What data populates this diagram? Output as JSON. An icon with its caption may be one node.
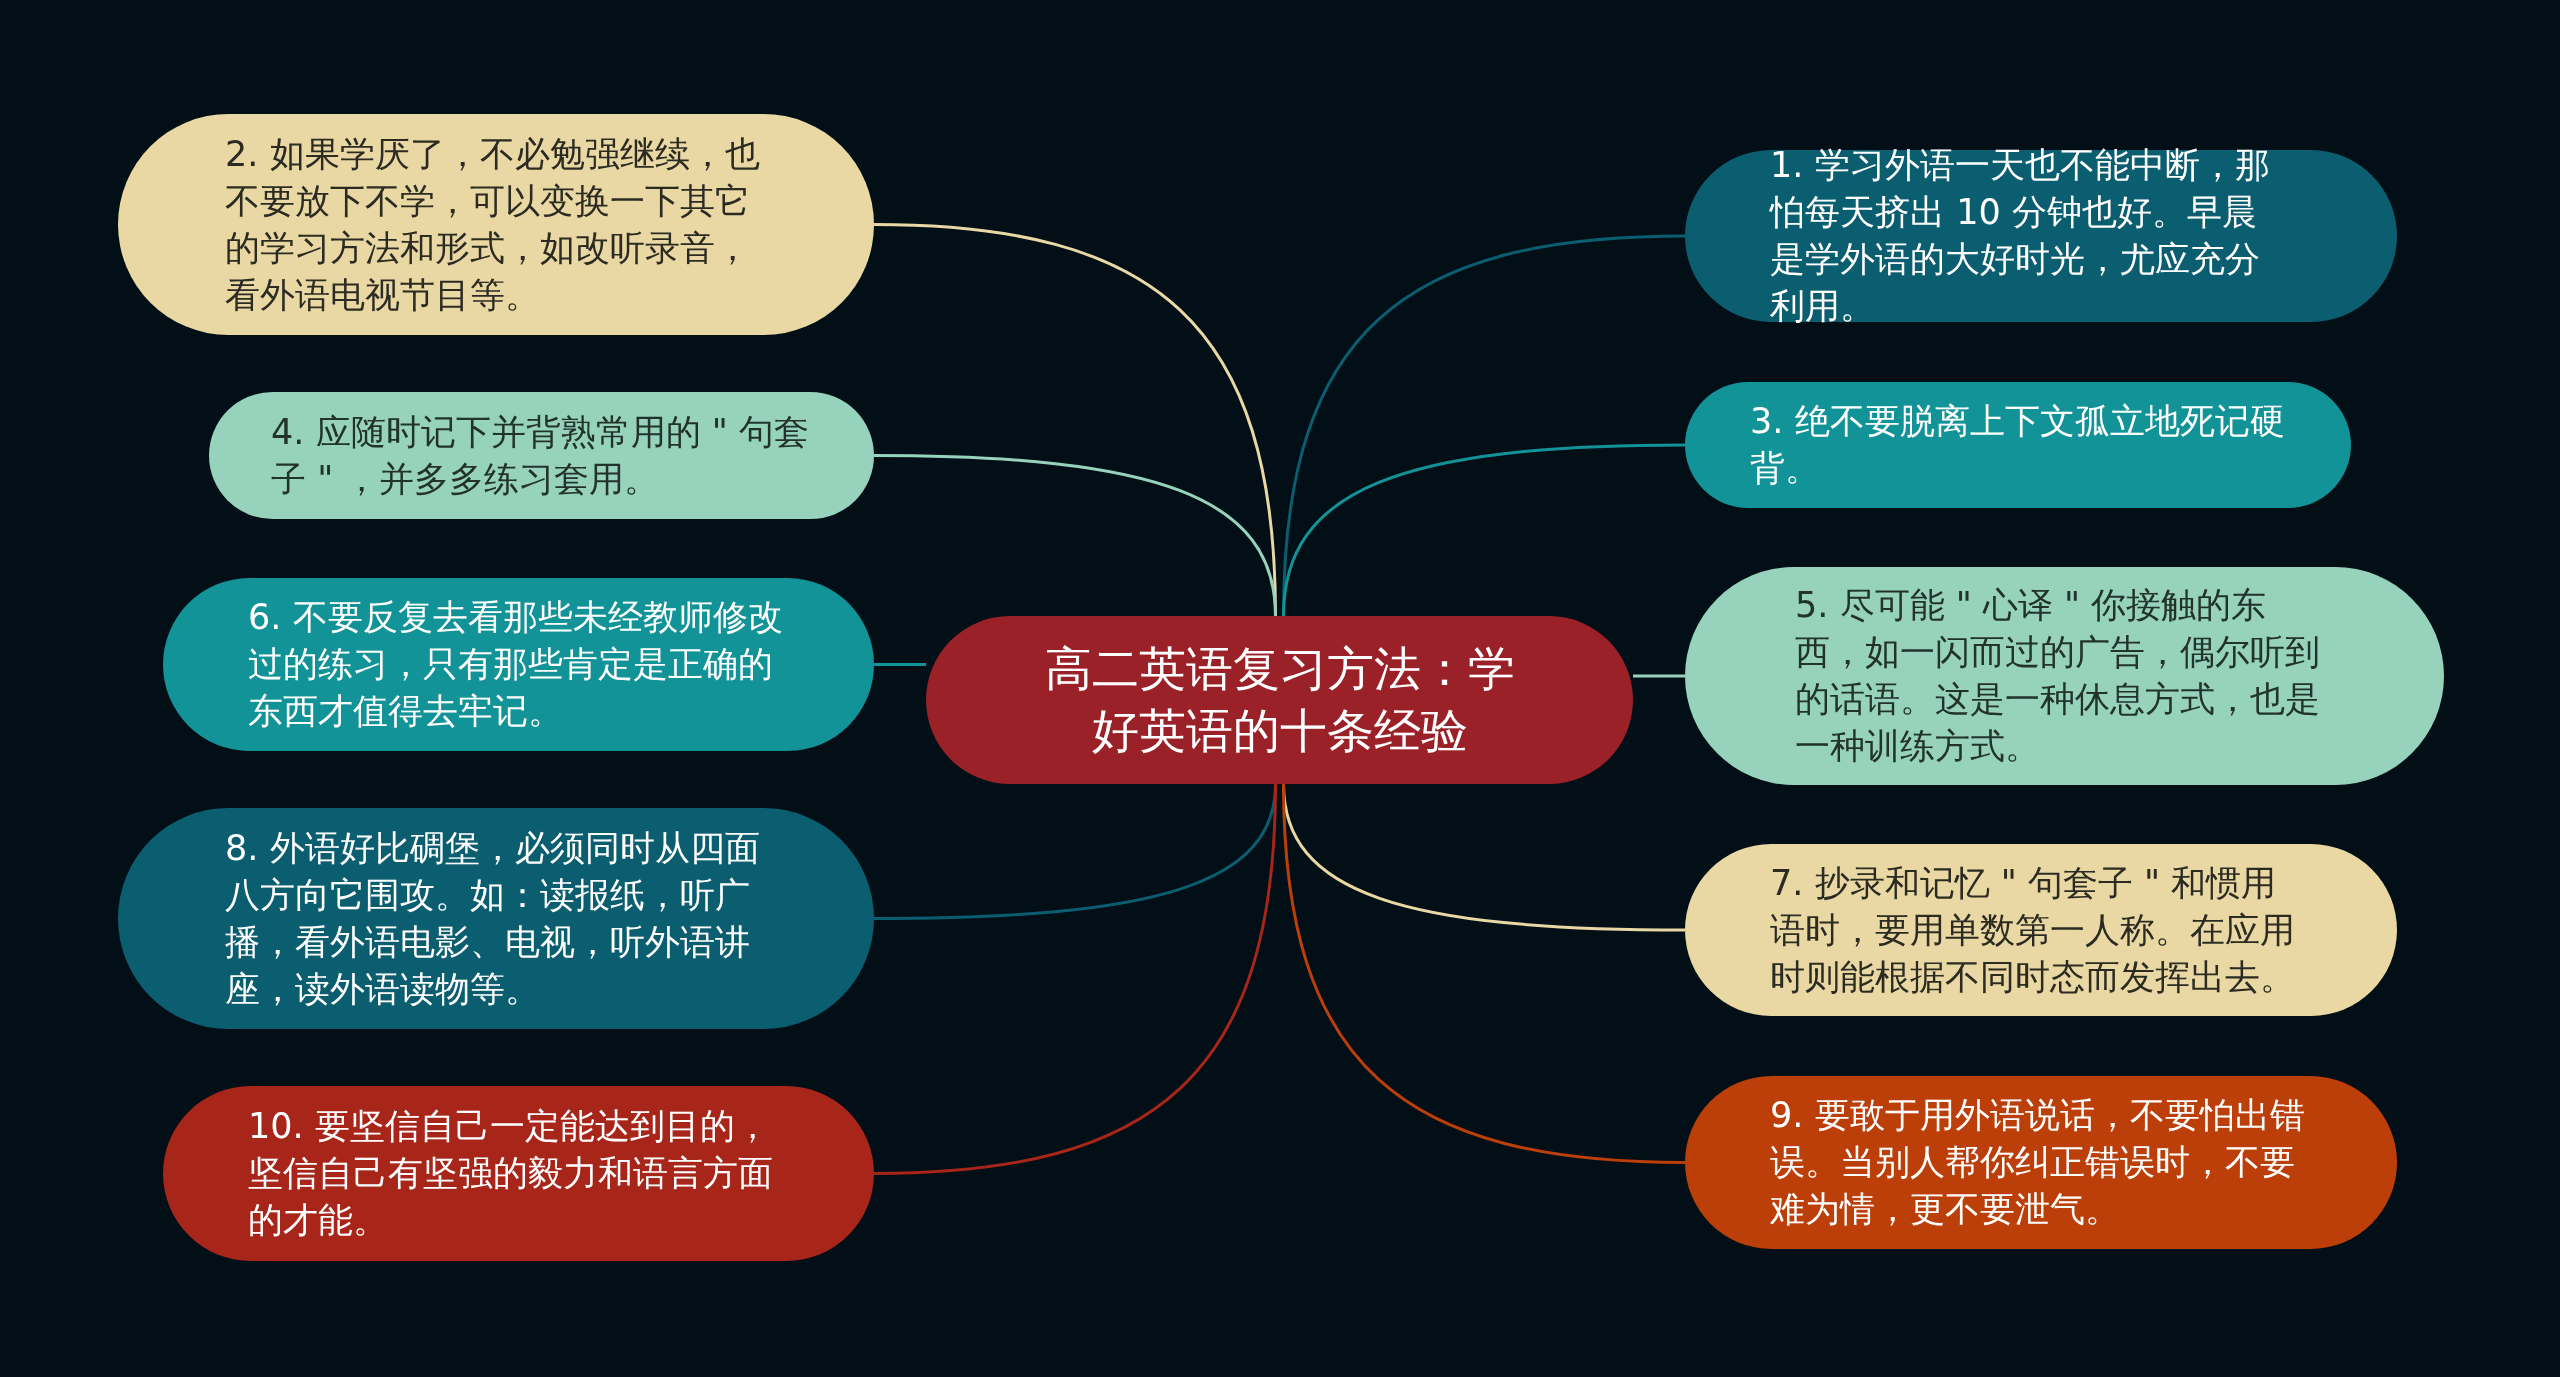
{
  "diagram": {
    "nodes": [
      {
        "text": [
          "高二英语复习方法：学好英语的十条经验"
        ]
      },
      {
        "text": [
          "1. 学习外语一天也不能中断，那怕每天挤出 10 分钟也好。早晨是学外语的大好时光，尤应充分利用。"
        ]
      },
      {
        "text": [
          "2. 如果学厌了，不必勉强继续，也不要放下不学，可以变换一下其它的学习方法和形式，如改听录音，看外语电视节目等。"
        ]
      },
      {
        "text": [
          "3. 绝不要脱离上下文孤立地死记硬背。"
        ]
      },
      {
        "text": [
          "4. 应随时记下并背熟常用的 \" 句套子 \" ，并多多练习套用。"
        ]
      },
      {
        "text": [
          "5. 尽可能 \" 心译 \" 你接触的东西，如一闪而过的广告，偶尔听到的话语。这是一种休息方式，也是一种训练方式。"
        ]
      },
      {
        "text": [
          "6. 不要反复去看那些未经教师修改过的练习，只有那些肯定是正确的东西才值得去牢记。"
        ]
      },
      {
        "text": [
          "7. 抄录和记忆 \" 句套子 \" 和惯用语时，要用单数第一人称。在应用时则能根据不同时态而发挥出去。"
        ]
      },
      {
        "text": [
          "8. 外语好比碉堡，必须同时从四面八方向它围攻。如：读报纸，听广播，看外语电影、电视，听外语讲座，读外语读物等。"
        ]
      },
      {
        "text": [
          "9. 要敢于用外语说话，不要怕出错误。当别人帮你纠正错误时，不要难为情，更不要泄气。"
        ]
      },
      {
        "text": [
          "10. 要坚信自己一定能达到目的，坚信自己有坚强的毅力和语言方面的才能。"
        ]
      }
    ],
    "edges": [
      {
        "from": 0,
        "to": 1,
        "arrow": "none",
        "color": "#0b5d70"
      },
      {
        "from": 0,
        "to": 2,
        "arrow": "none",
        "color": "#ead8a4"
      },
      {
        "from": 0,
        "to": 3,
        "arrow": "none",
        "color": "#129397"
      },
      {
        "from": 0,
        "to": 4,
        "arrow": "none",
        "color": "#97d2bd"
      },
      {
        "from": 0,
        "to": 5,
        "arrow": "none",
        "color": "#97d2bd"
      },
      {
        "from": 0,
        "to": 6,
        "arrow": "none",
        "color": "#129397"
      },
      {
        "from": 0,
        "to": 7,
        "arrow": "none",
        "color": "#ead8a4"
      },
      {
        "from": 0,
        "to": 8,
        "arrow": "none",
        "color": "#0b5d70"
      },
      {
        "from": 0,
        "to": 9,
        "arrow": "none",
        "color": "#bc3f09"
      },
      {
        "from": 0,
        "to": 10,
        "arrow": "none",
        "color": "#a8251a"
      }
    ]
  }
}
